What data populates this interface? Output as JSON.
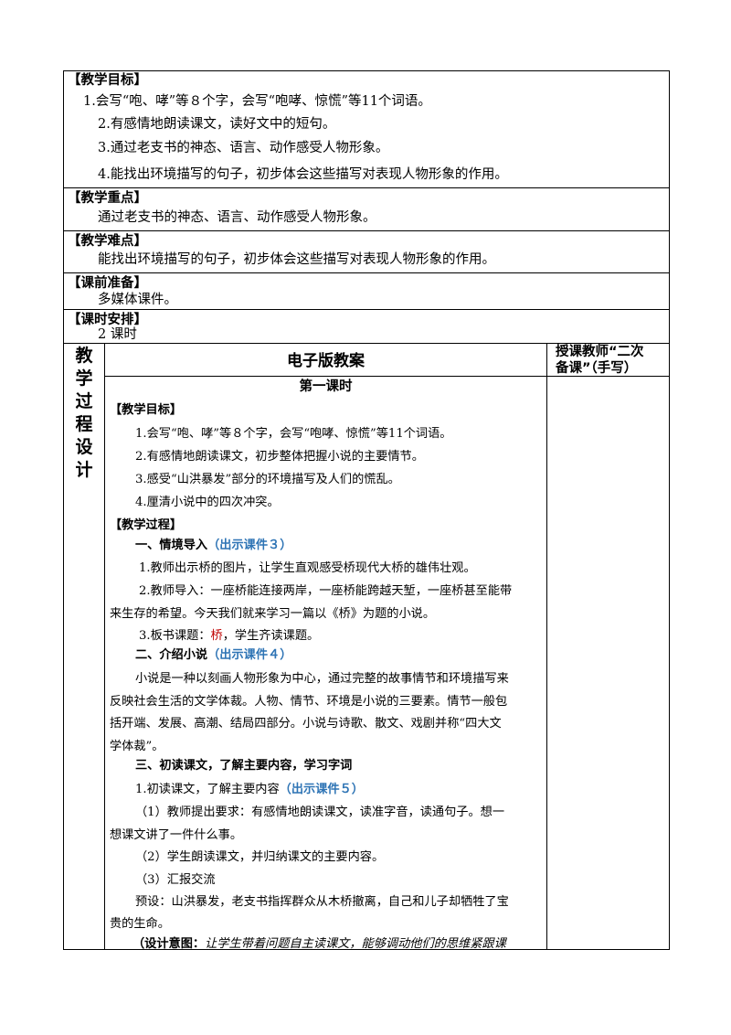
{
  "objectives": {
    "heading": "【教学目标】",
    "items": [
      "1.会写“咆、哮”等８个字，会写“咆哮、惊慌”等11个词语。",
      "2.有感情地朗读课文，读好文中的短句。",
      "3.通过老支书的神态、语言、动作感受人物形象。",
      "4.能找出环境描写的句子，初步体会这些描写对表现人物形象的作用。"
    ]
  },
  "key_points": {
    "heading": "【教学重点】",
    "text": "通过老支书的神态、语言、动作感受人物形象。"
  },
  "difficulties": {
    "heading": "【教学难点】",
    "text": "能找出环境描写的句子，初步体会这些描写对表现人物形象的作用。"
  },
  "preparation": {
    "heading": "【课前准备】",
    "text": "多媒体课件。"
  },
  "schedule": {
    "heading": "【课时安排】",
    "text": "2 课时"
  },
  "process_label": [
    "教",
    "学",
    "过",
    "程",
    "设",
    "计"
  ],
  "main_header": "电子版教案",
  "side_header": [
    "授课教师“二次",
    "备课”（手写）"
  ],
  "lesson_title": "第一课时",
  "lesson_objectives": {
    "heading": "【教学目标】",
    "items": [
      "1.会写“咆、哮”等８个字，会写“咆哮、惊慌”等11个词语。",
      "2.有感情地朗读课文，初步整体把握小说的主要情节。",
      "3.感受“山洪暴发”部分的环境描写及人们的慌乱。",
      "4.厘清小说中的四次冲突。"
    ]
  },
  "process": {
    "heading": "【教学过程】",
    "section1": {
      "title": "一、情境导入",
      "courseware": "（出示课件３）"
    },
    "s1_item1": "1.教师出示桥的图片，让学生直观感受桥现代大桥的雄伟壮观。",
    "s1_item2_line1": "2.教师导入：一座桥能连接两岸，一座桥能跨越天堑，一座桥甚至能带",
    "s1_item2_line2": "来生存的希望。今天我们就来学习一篇以《桥》为题的小说。",
    "s1_item3_prefix": "3.板书课题：",
    "s1_item3_highlight": "桥",
    "s1_item3_suffix": "，学生齐读课题。",
    "section2": {
      "title": "二、介绍小说",
      "courseware": "（出示课件４）"
    },
    "s2_lines": [
      "小说是一种以刻画人物形象为中心，通过完整的故事情节和环境描写来",
      "反映社会生活的文学体裁。人物、情节、环境是小说的三要素。情节一般包",
      "括开端、发展、高潮、结局四部分。小说与诗歌、散文、戏剧并称“四大文",
      "学体裁”。"
    ],
    "section3": {
      "title": "三、初读课文，了解主要内容，学习字词"
    },
    "s3_item1": "1.初读课文，了解主要内容",
    "s3_item1_courseware": "（出示课件５）",
    "s3_req_line1": "（1）教师提出要求：有感情地朗读课文，读准字音，读通句子。想一",
    "s3_req_line2": "想课文讲了一件什么事。",
    "s3_read": "（2）学生朗读课文，并归纳课文的主要内容。",
    "s3_report": "（3）汇报交流",
    "s3_preset_line1": "预设：山洪暴发，老支书指挥群众从木桥撤离，自己和儿子却牺牲了宝",
    "s3_preset_line2": "贵的生命。",
    "design_label": "（设计意图：",
    "design_text": "让学生带着问题自主读课文，能够调动他们的思维紧跟课"
  }
}
